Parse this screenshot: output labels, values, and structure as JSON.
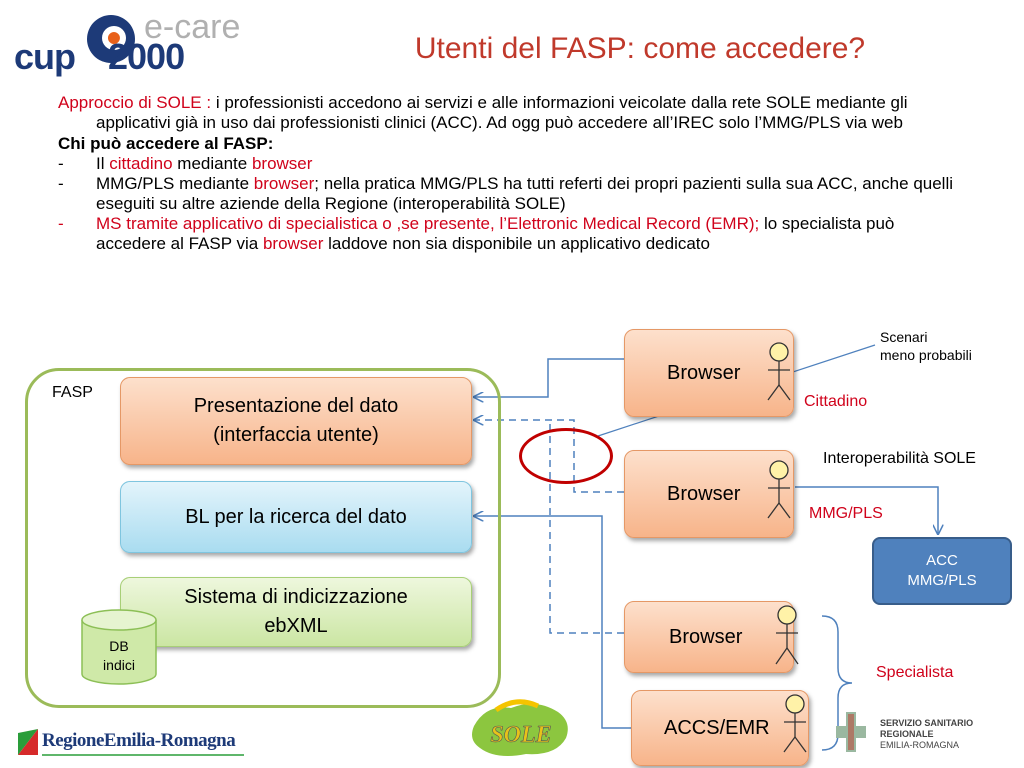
{
  "header": {
    "logo_cup": "cup",
    "logo_2000": "2000",
    "logo_ecare": "e-care",
    "title": "Utenti del FASP: come accedere?"
  },
  "body": {
    "p1_lead": "Approccio di SOLE : ",
    "p1_rest": " i professionisti accedono ai servizi e alle informazioni veicolate dalla rete SOLE mediante gli applicativi già in uso dai professionisti clinici (ACC). Ad ogg può accedere all’IREC solo l’MMG/PLS via web",
    "p2": "Chi può accedere al FASP:",
    "b1_dash": "-",
    "b1_a": "Il ",
    "b1_b": "cittadino",
    "b1_c": " mediante ",
    "b1_d": "browser",
    "b2_dash": "-",
    "b2_a": "MMG/PLS  mediante ",
    "b2_b": "browser",
    "b2_c": "; nella pratica MMG/PLS ha tutti referti dei propri pazienti sulla sua ACC, anche quelli eseguiti su altre aziende della Regione (interoperabilità SOLE)",
    "b3_dash": "-",
    "b3_a": "MS tramite applicativo di specialistica o ,se presente, l’Elettronic Medical Record (EMR);",
    "b3_b": " lo specialista può accedere al FASP via ",
    "b3_c": "browser",
    "b3_d": " laddove non sia disponibile un applicativo dedicato"
  },
  "diagram": {
    "fasp_label": "FASP",
    "presentazione": "Presentazione del dato\n(interfaccia utente)",
    "presentazione_l1": "Presentazione del dato",
    "presentazione_l2": "(interfaccia utente)",
    "bl": "BL per la ricerca del dato",
    "sistema_l1": "Sistema di indicizzazione",
    "sistema_l2": "ebXML",
    "db_l1": "DB",
    "db_l2": "indici",
    "browser1": "Browser",
    "browser2": "Browser",
    "browser3": "Browser",
    "accs": "ACCS/EMR",
    "acc_l1": "ACC",
    "acc_l2": "MMG/PLS",
    "scenari_l1": "Scenari",
    "scenari_l2": "meno probabili",
    "cittadino": "Cittadino",
    "interop": "Interoperabilità SOLE",
    "mmgpls": "MMG/PLS",
    "specialista": "Specialista"
  },
  "footer": {
    "rer": "RegioneEmilia-Romagna",
    "sole": "SOLE",
    "ssr_l1": "SERVIZIO SANITARIO REGIONALE",
    "ssr_l2": "EMILIA-ROMAGNA"
  },
  "colors": {
    "title_red": "#c0392b",
    "accent_red": "#d0021b",
    "frame_green": "#9bbb59",
    "connector_blue": "#4f81bd",
    "acc_blue": "#4f81bd"
  }
}
